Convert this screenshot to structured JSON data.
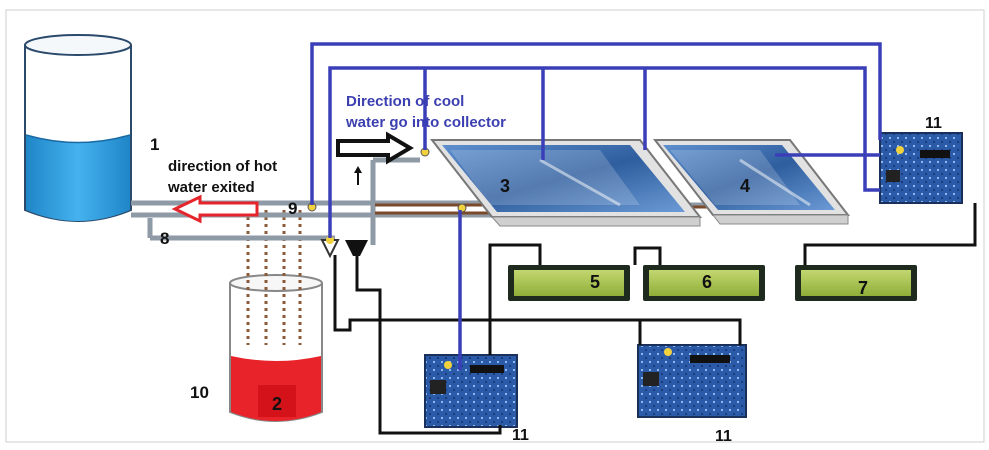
{
  "labels": {
    "cool_line1": "Direction of cool",
    "cool_line2": "water go into collector",
    "hot_line1": "direction of hot",
    "hot_line2": "water exited",
    "n1": "1",
    "n2": "2",
    "n3": "3",
    "n4": "4",
    "n5": "5",
    "n6": "6",
    "n7": "7",
    "n8": "8",
    "n9": "9",
    "n10": "10",
    "n11a": "11",
    "n11b": "11",
    "n11c": "11"
  },
  "colors": {
    "signal_wire": "#3a3fb8",
    "black_wire": "#111111",
    "cold_water": "#2e9fe0",
    "hot_water": "#e8232a",
    "label_blue": "#3b3fb0",
    "lcd_green": "#a8c24a",
    "panel_blue": "#3d6fb0"
  }
}
